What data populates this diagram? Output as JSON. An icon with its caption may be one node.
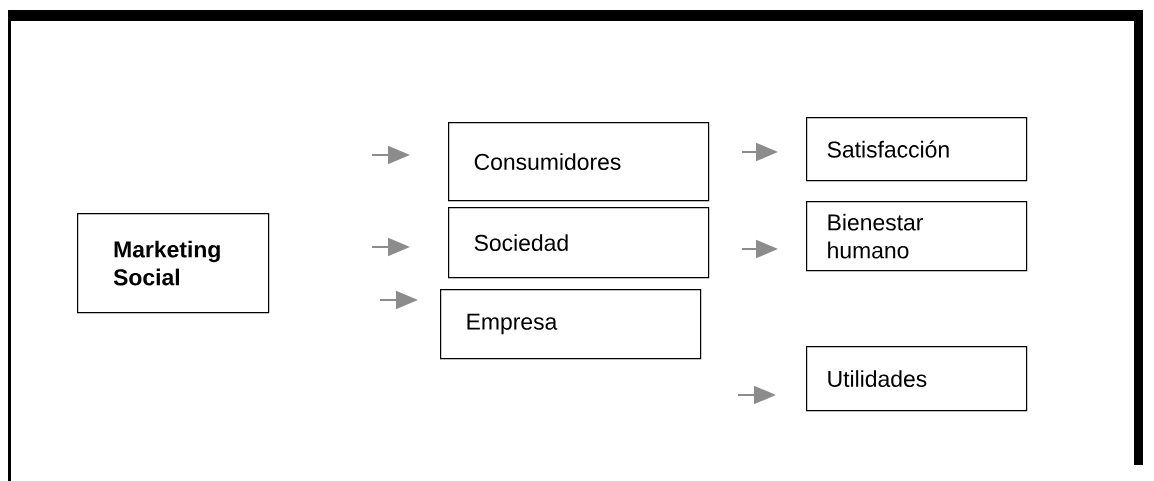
{
  "diagram": {
    "nodes": [
      {
        "text": [
          "**Marketing Social**"
        ]
      },
      {
        "text": [
          "Consumidores"
        ]
      },
      {
        "text": [
          "Sociedad"
        ]
      },
      {
        "text": [
          "Empresa"
        ]
      },
      {
        "text": [
          "Satisfacción"
        ]
      },
      {
        "text": [
          "Bienestar humano"
        ]
      },
      {
        "text": [
          "Utilidades"
        ]
      }
    ]
  }
}
